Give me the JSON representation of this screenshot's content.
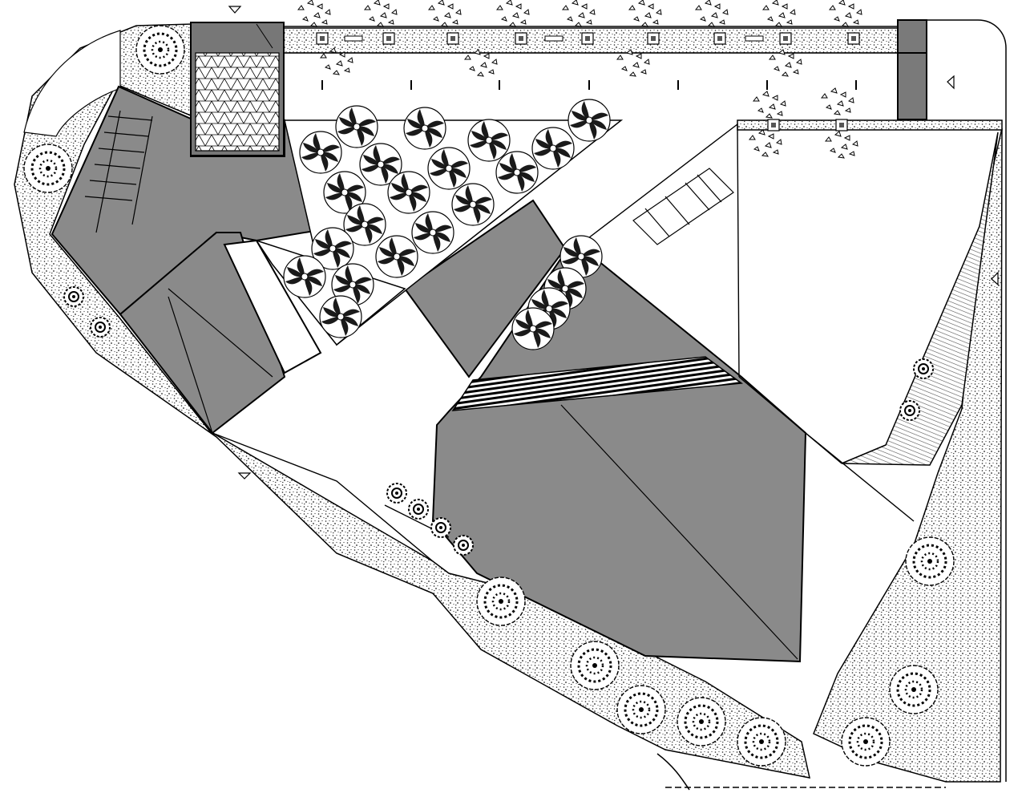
{
  "drawing": {
    "kind": "site-plan",
    "background": "#ffffff",
    "colors": {
      "line": "#000000",
      "roof_fill": "#8a8a8a",
      "dark_block": "#6f6f6f",
      "gravel": "#cfcfcf",
      "paving": "#ffffff"
    },
    "symbols": [
      "tree-symbol",
      "shrub-symbol",
      "planter-symbol",
      "section-arrow"
    ]
  }
}
